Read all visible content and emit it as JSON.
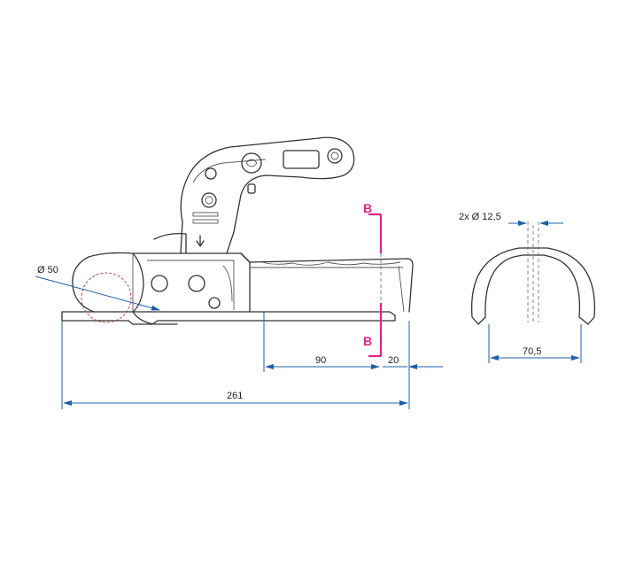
{
  "dimensions": {
    "ball_diameter": "Ø 50",
    "overall_length": "261",
    "tube_length": "90",
    "end_offset": "20",
    "profile_width": "70,5",
    "bolt_holes": "2x Ø 12,5"
  },
  "section_marker": {
    "top": "B",
    "bottom": "B"
  },
  "colors": {
    "dimension_lines": "#1f5fa8",
    "section_marker": "#e0218a",
    "outline": "#333333"
  }
}
